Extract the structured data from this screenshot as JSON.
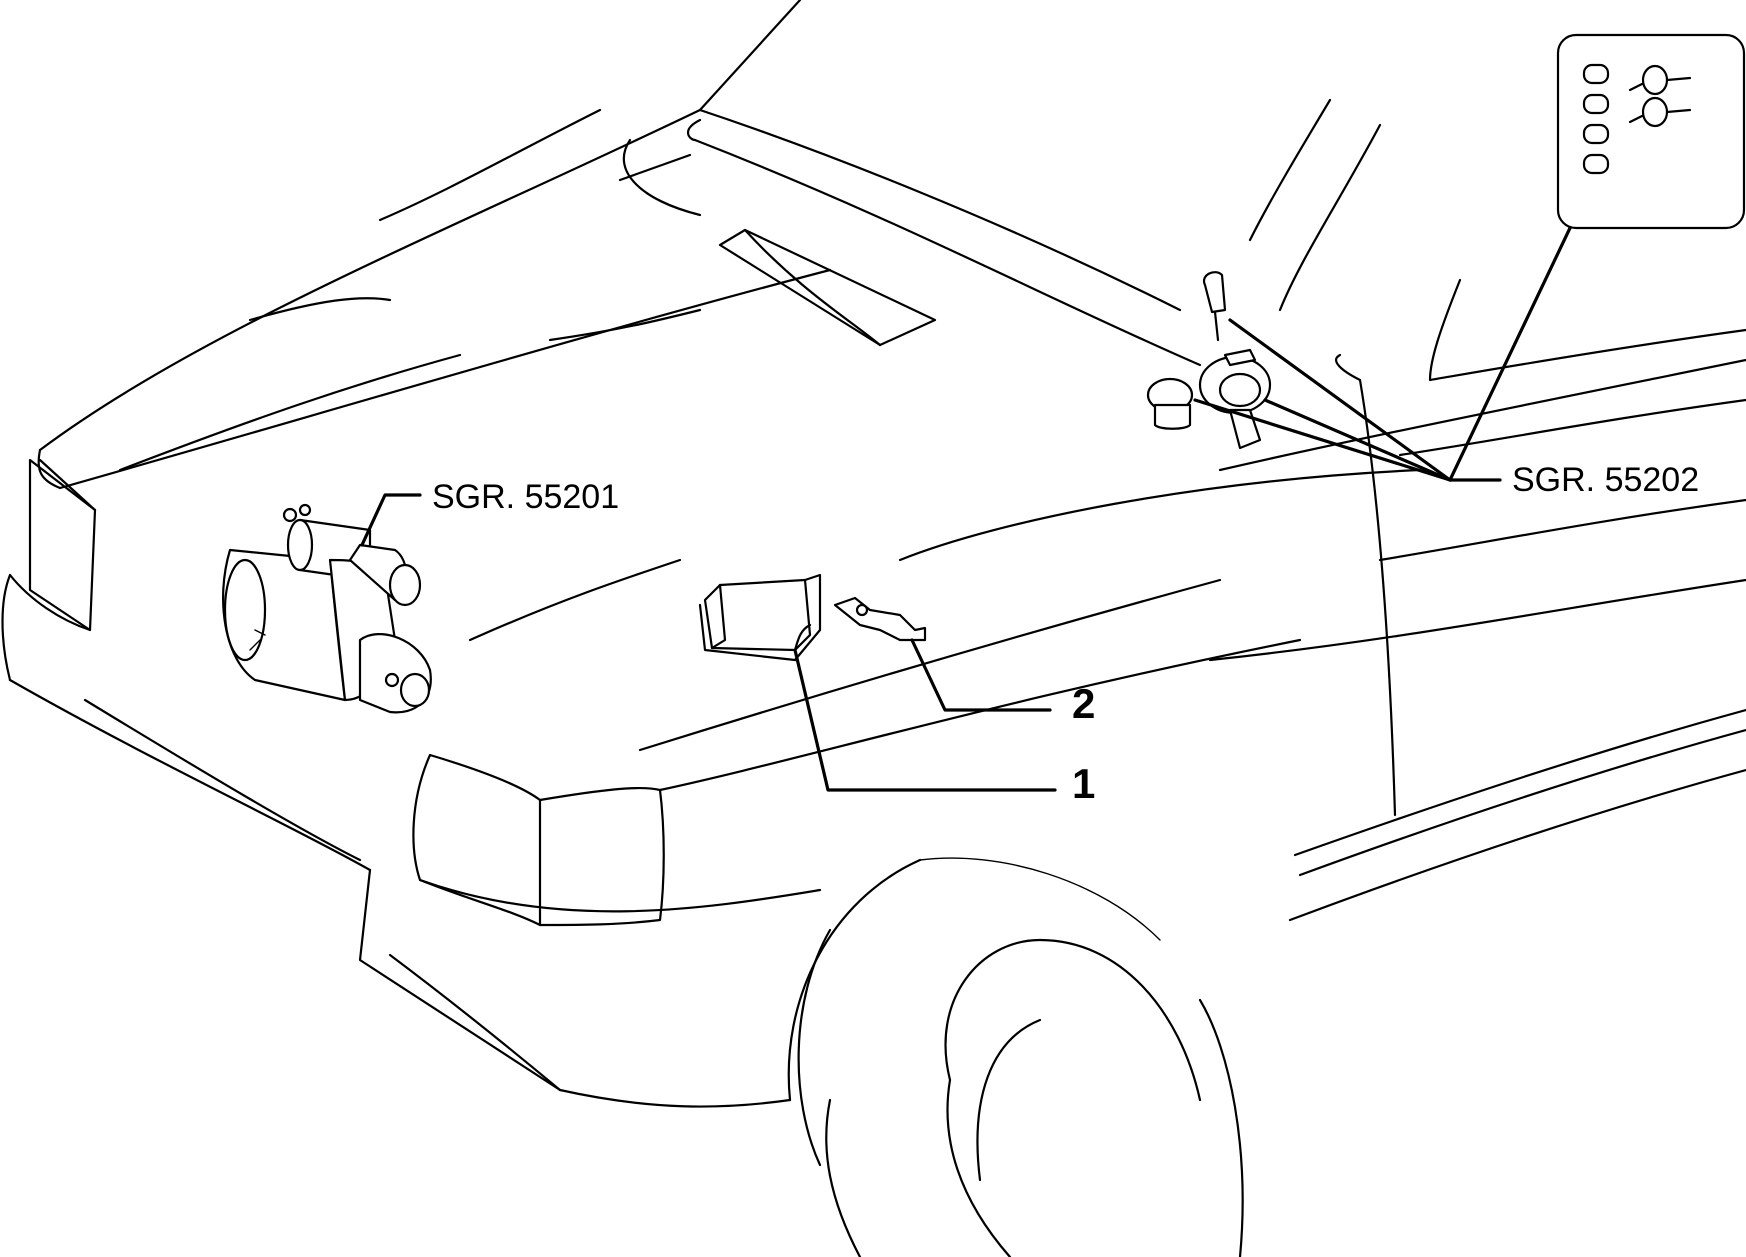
{
  "labels": {
    "ref_left": "SGR. 55201",
    "ref_right": "SGR. 55202",
    "item_1": "1",
    "item_2": "2"
  }
}
